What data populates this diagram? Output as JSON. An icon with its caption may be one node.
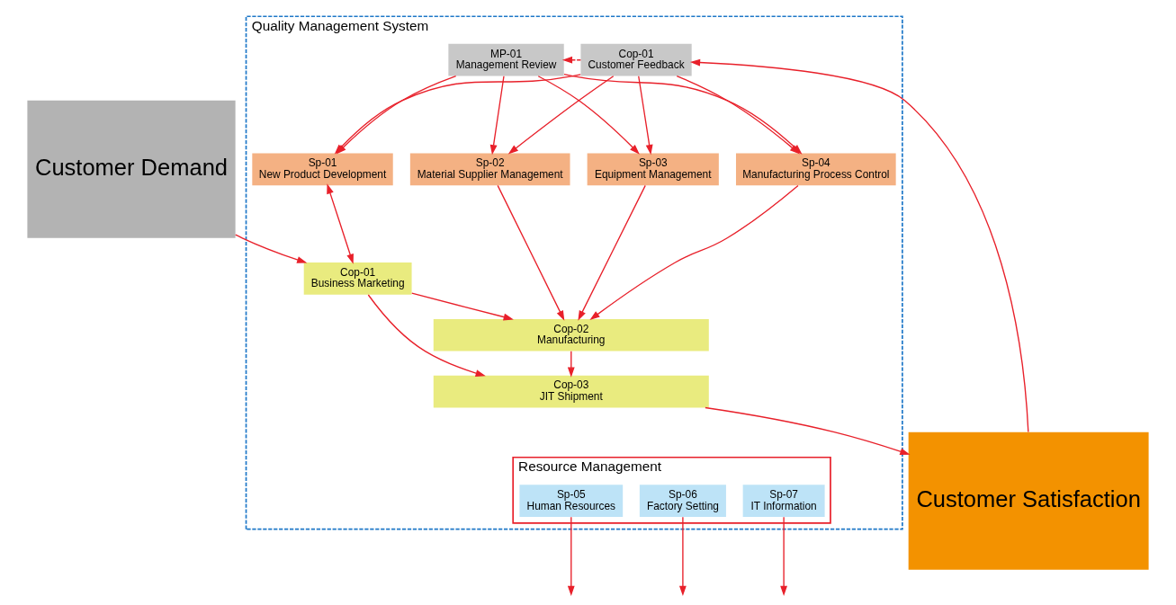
{
  "diagram": {
    "nodes": [
      {
        "text": [
          "Customer Demand"
        ]
      },
      {
        "text": [
          "Quality Management System"
        ]
      },
      {
        "text": [
          "MP-01",
          "Management Review"
        ],
        "in": 1
      },
      {
        "text": [
          "Cop-01",
          "Customer Feedback"
        ],
        "in": 1
      },
      {
        "text": [
          "Sp-01",
          "New Product Development"
        ],
        "in": 1
      },
      {
        "text": [
          "Sp-02",
          "Material Supplier Management"
        ],
        "in": 1
      },
      {
        "text": [
          "Sp-03",
          "Equipment Management"
        ],
        "in": 1
      },
      {
        "text": [
          "Sp-04",
          "Manufacturing Process Control"
        ],
        "in": 1
      },
      {
        "text": [
          "Cop-02",
          "Manufacturing"
        ],
        "in": 1
      },
      {
        "text": [
          "Cop-01",
          "Business Marketing"
        ],
        "in": 1
      },
      {
        "text": [
          "Cop-03",
          "JIT Shipment"
        ],
        "in": 1
      },
      {
        "text": [
          "Resource Management"
        ],
        "in": 1
      },
      {
        "text": [
          "Sp-05",
          "Human Resources"
        ],
        "in": 11
      },
      {
        "text": [
          "Sp-06",
          "Factory Setting"
        ],
        "in": 11
      },
      {
        "text": [
          "Sp-07",
          "IT Information"
        ],
        "in": 11
      },
      {
        "text": [
          "Customer Satisfaction"
        ]
      }
    ],
    "edges": [
      {
        "from": 3,
        "to": 2,
        "arrow": "to",
        "style": "dashed"
      },
      {
        "from": 2,
        "to": 4,
        "arrow": "to"
      },
      {
        "from": 2,
        "to": 5,
        "arrow": "to"
      },
      {
        "from": 2,
        "to": 6,
        "arrow": "to"
      },
      {
        "from": 2,
        "to": 7,
        "arrow": "to"
      },
      {
        "from": 3,
        "to": 4,
        "arrow": "to"
      },
      {
        "from": 3,
        "to": 5,
        "arrow": "to"
      },
      {
        "from": 3,
        "to": 6,
        "arrow": "to"
      },
      {
        "from": 3,
        "to": 7,
        "arrow": "to"
      },
      {
        "from": 5,
        "to": 8,
        "arrow": "to"
      },
      {
        "from": 6,
        "to": 8,
        "arrow": "to"
      },
      {
        "from": 7,
        "to": 8,
        "arrow": "to"
      },
      {
        "from": 4,
        "to": 9,
        "arrow": "both"
      },
      {
        "from": 0,
        "to": 9,
        "arrow": "to"
      },
      {
        "from": 9,
        "to": 8,
        "arrow": "to"
      },
      {
        "from": 9,
        "to": 10,
        "arrow": "to"
      },
      {
        "from": 8,
        "to": 10,
        "arrow": "to"
      },
      {
        "from": 10,
        "to": 15,
        "arrow": "to"
      },
      {
        "from": 15,
        "to": 3,
        "arrow": "to"
      },
      {
        "from": 12,
        "to": null,
        "arrow": "to"
      },
      {
        "from": 13,
        "to": null,
        "arrow": "to"
      },
      {
        "from": 14,
        "to": null,
        "arrow": "to"
      }
    ]
  }
}
